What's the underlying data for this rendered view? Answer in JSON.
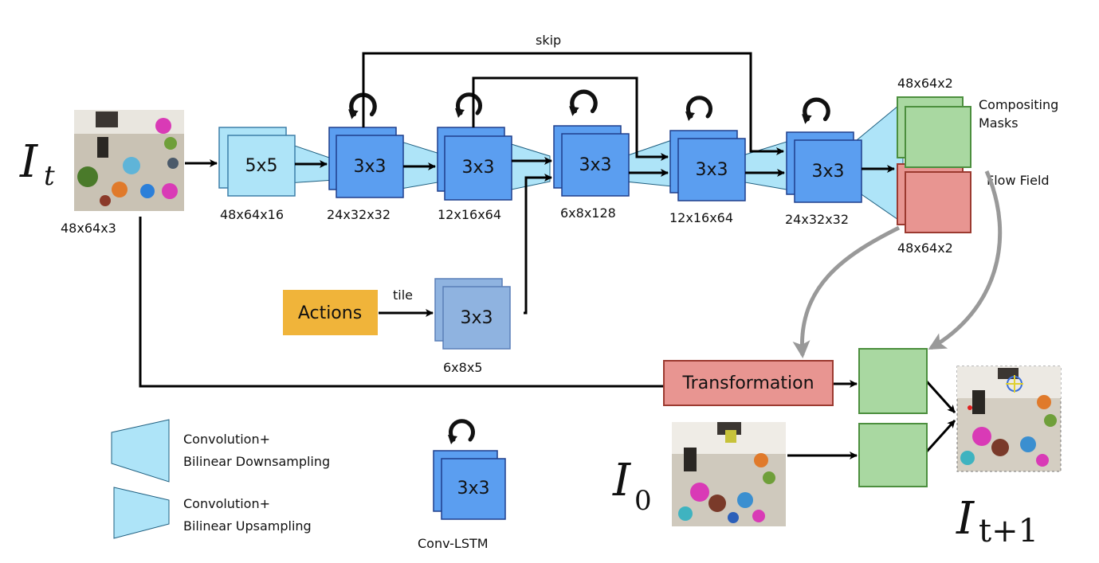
{
  "diagram": {
    "input": {
      "symbol": "I",
      "subscript": "t",
      "size": "48x64x3"
    },
    "encoder": [
      {
        "kernel": "5x5",
        "size": "48x64x16"
      },
      {
        "kernel": "3x3",
        "size": "24x32x32"
      },
      {
        "kernel": "3x3",
        "size": "12x16x64"
      },
      {
        "kernel": "3x3",
        "size": "6x8x128"
      },
      {
        "kernel": "3x3",
        "size": "12x16x64"
      },
      {
        "kernel": "3x3",
        "size": "24x32x32"
      }
    ],
    "skip_label": "skip",
    "outputs": {
      "masks_size": "48x64x2",
      "masks_label_line1": "Compositing",
      "masks_label_line2": "Masks",
      "flow_label": "Flow Field",
      "flow_size": "48x64x2"
    },
    "actions": {
      "label": "Actions",
      "tile_label": "tile",
      "kernel": "3x3",
      "size": "6x8x5"
    },
    "transformation_label": "Transformation",
    "first_frame": {
      "symbol": "I",
      "subscript": "0"
    },
    "prediction": {
      "symbol": "I",
      "subscript": "t+1"
    },
    "legend": {
      "down_line1": "Convolution+",
      "down_line2": "Bilinear Downsampling",
      "up_line1": "Convolution+",
      "up_line2": "Bilinear Upsampling",
      "lstm_kernel": "3x3",
      "lstm_label": "Conv-LSTM"
    },
    "colors": {
      "light_blue": "#aee4f8",
      "conv_blue": "#5b9ef0",
      "action_blue": "#8fb3e0",
      "mask_green": "#a9d8a1",
      "flow_red": "#e89591",
      "actions_orange": "#f0b43a",
      "arrow_gray": "#999999"
    }
  }
}
